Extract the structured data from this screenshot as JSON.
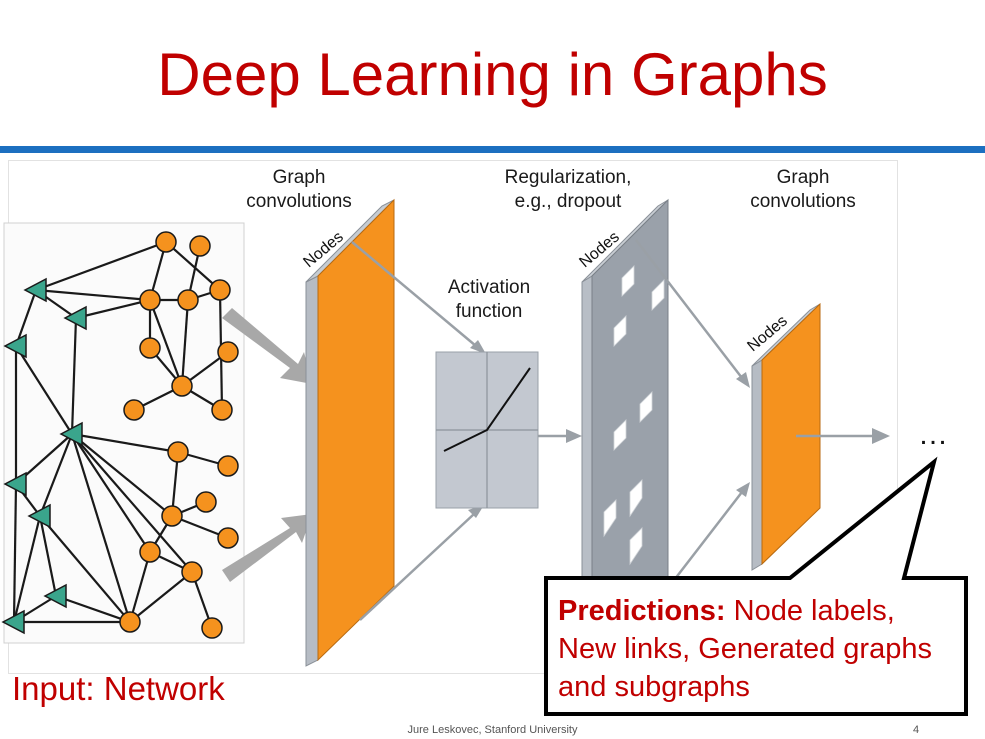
{
  "slide": {
    "title": "Deep Learning in Graphs",
    "footer": "Jure Leskovec, Stanford University",
    "page_number": "4"
  },
  "diagram": {
    "graph_conv_1": "Graph\nconvolutions",
    "regularization": "Regularization,\ne.g., dropout",
    "graph_conv_2": "Graph\nconvolutions",
    "activation": "Activation\nfunction",
    "nodes_label": "Nodes",
    "ellipsis": "…"
  },
  "input": {
    "label_strong": "Input:",
    "label_rest": " Network"
  },
  "predictions": {
    "label_strong": "Predictions:",
    "text": " Node labels, New links, Generated graphs and subgraphs"
  },
  "colors": {
    "title_red": "#c00000",
    "accent_blue": "#1c6fc0",
    "node_orange": "#f5921e",
    "triangle_teal": "#3aa58c",
    "layer_gray": "#aab0b8"
  }
}
